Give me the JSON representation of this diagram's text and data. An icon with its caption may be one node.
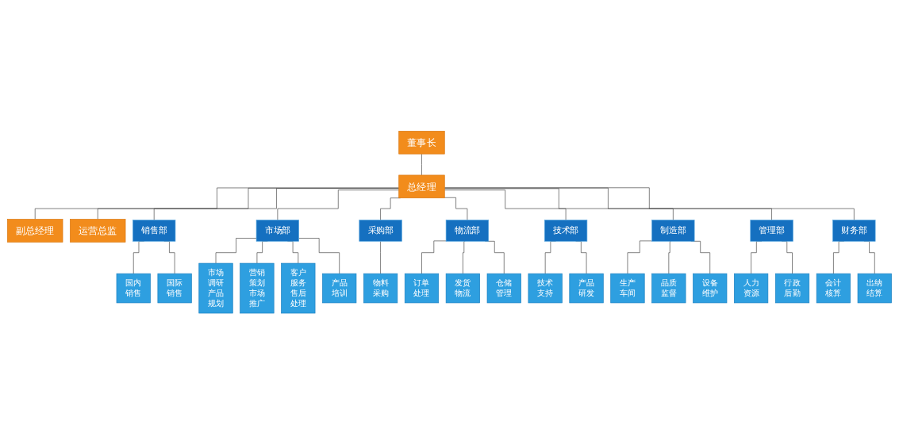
{
  "diagram": {
    "nodes": [
      {
        "text": [
          "董事长"
        ]
      },
      {
        "text": [
          "总经理"
        ]
      },
      {
        "text": [
          "副总经理"
        ]
      },
      {
        "text": [
          "运营总监"
        ]
      },
      {
        "text": [
          "销售部"
        ]
      },
      {
        "text": [
          "市场部"
        ]
      },
      {
        "text": [
          "采购部"
        ]
      },
      {
        "text": [
          "物流部"
        ]
      },
      {
        "text": [
          "技术部"
        ]
      },
      {
        "text": [
          "制造部"
        ]
      },
      {
        "text": [
          "管理部"
        ]
      },
      {
        "text": [
          "财务部"
        ]
      },
      {
        "text": [
          "国内销售"
        ]
      },
      {
        "text": [
          "国际销售"
        ]
      },
      {
        "text": [
          "市场调研",
          "产品规划"
        ]
      },
      {
        "text": [
          "营销策划",
          "市场推广"
        ]
      },
      {
        "text": [
          "客户服务",
          "售后处理"
        ]
      },
      {
        "text": [
          "产品培训"
        ]
      },
      {
        "text": [
          "物料采购"
        ]
      },
      {
        "text": [
          "订单处理"
        ]
      },
      {
        "text": [
          "发货物流"
        ]
      },
      {
        "text": [
          "仓储管理"
        ]
      },
      {
        "text": [
          "技术支持"
        ]
      },
      {
        "text": [
          "产品研发"
        ]
      },
      {
        "text": [
          "生产车间"
        ]
      },
      {
        "text": [
          "品质监督"
        ]
      },
      {
        "text": [
          "设备维护"
        ]
      },
      {
        "text": [
          "人力资源"
        ]
      },
      {
        "text": [
          "行政后勤"
        ]
      },
      {
        "text": [
          "会计核算"
        ]
      },
      {
        "text": [
          "出纳结算"
        ]
      }
    ],
    "edges": [
      {
        "from": 0,
        "to": 1,
        "arrow": "none"
      },
      {
        "from": 1,
        "to": 2,
        "arrow": "none"
      },
      {
        "from": 1,
        "to": 3,
        "arrow": "none"
      },
      {
        "from": 1,
        "to": 4,
        "arrow": "none"
      },
      {
        "from": 1,
        "to": 5,
        "arrow": "none"
      },
      {
        "from": 1,
        "to": 6,
        "arrow": "none"
      },
      {
        "from": 1,
        "to": 7,
        "arrow": "none"
      },
      {
        "from": 1,
        "to": 8,
        "arrow": "none"
      },
      {
        "from": 1,
        "to": 9,
        "arrow": "none"
      },
      {
        "from": 1,
        "to": 10,
        "arrow": "none"
      },
      {
        "from": 1,
        "to": 11,
        "arrow": "none"
      },
      {
        "from": 4,
        "to": 12,
        "arrow": "none"
      },
      {
        "from": 4,
        "to": 13,
        "arrow": "none"
      },
      {
        "from": 5,
        "to": 14,
        "arrow": "none"
      },
      {
        "from": 5,
        "to": 15,
        "arrow": "none"
      },
      {
        "from": 5,
        "to": 16,
        "arrow": "none"
      },
      {
        "from": 5,
        "to": 17,
        "arrow": "none"
      },
      {
        "from": 6,
        "to": 18,
        "arrow": "none"
      },
      {
        "from": 7,
        "to": 19,
        "arrow": "none"
      },
      {
        "from": 7,
        "to": 20,
        "arrow": "none"
      },
      {
        "from": 7,
        "to": 21,
        "arrow": "none"
      },
      {
        "from": 8,
        "to": 22,
        "arrow": "none"
      },
      {
        "from": 8,
        "to": 23,
        "arrow": "none"
      },
      {
        "from": 9,
        "to": 24,
        "arrow": "none"
      },
      {
        "from": 9,
        "to": 25,
        "arrow": "none"
      },
      {
        "from": 9,
        "to": 26,
        "arrow": "none"
      },
      {
        "from": 10,
        "to": 27,
        "arrow": "none"
      },
      {
        "from": 10,
        "to": 28,
        "arrow": "none"
      },
      {
        "from": 11,
        "to": 29,
        "arrow": "none"
      },
      {
        "from": 11,
        "to": 30,
        "arrow": "none"
      }
    ]
  }
}
